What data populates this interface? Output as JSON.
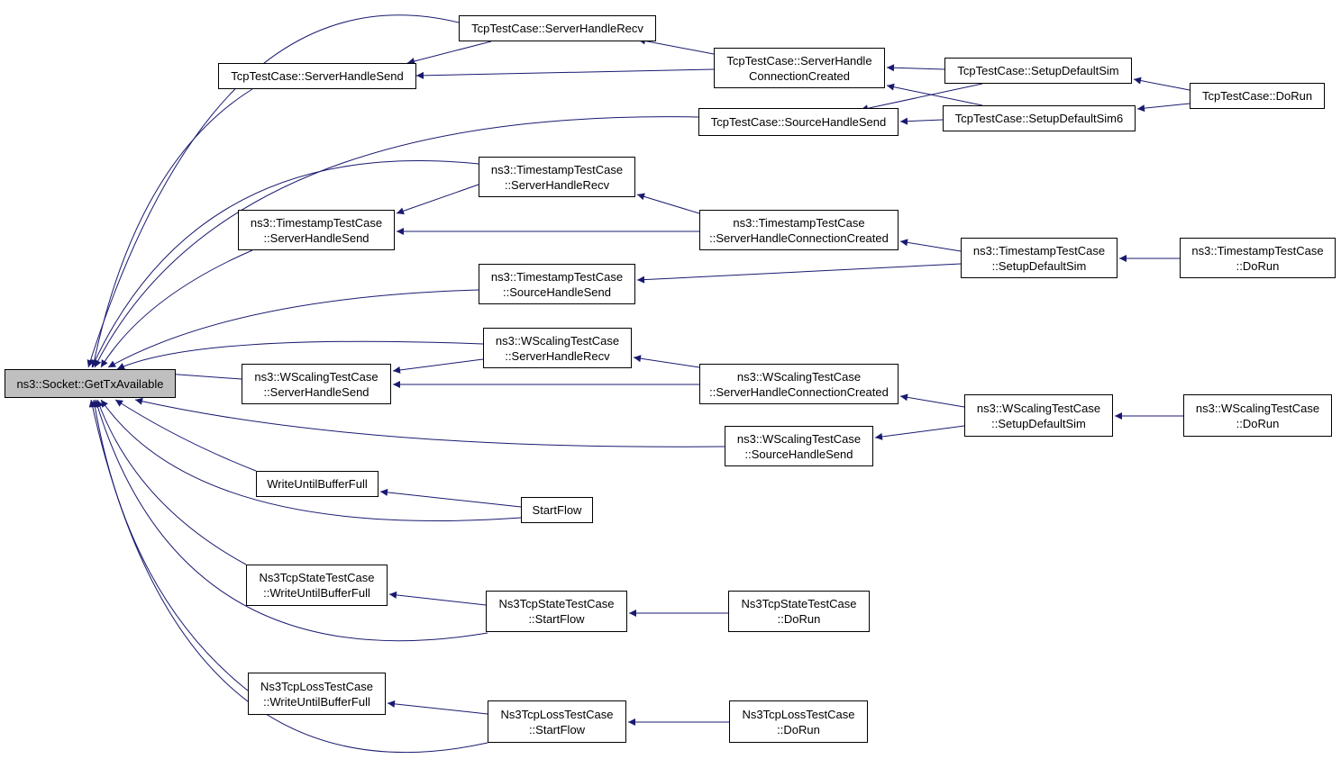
{
  "colors": {
    "edge": "#191970",
    "node_border": "#000000",
    "root_fill": "#bfbfbf",
    "node_fill": "#ffffff"
  },
  "nodes": [
    {
      "id": "root",
      "lines": [
        "ns3::Socket::GetTxAvailable"
      ],
      "root": true
    },
    {
      "id": "tcp_shs",
      "lines": [
        "TcpTestCase::ServerHandleSend"
      ]
    },
    {
      "id": "tcp_shr",
      "lines": [
        "TcpTestCase::ServerHandleRecv"
      ]
    },
    {
      "id": "tcp_shcc",
      "lines": [
        "TcpTestCase::ServerHandle",
        "ConnectionCreated"
      ]
    },
    {
      "id": "tcp_sds",
      "lines": [
        "TcpTestCase::SetupDefaultSim"
      ]
    },
    {
      "id": "tcp_dorun",
      "lines": [
        "TcpTestCase::DoRun"
      ]
    },
    {
      "id": "tcp_srchs",
      "lines": [
        "TcpTestCase::SourceHandleSend"
      ]
    },
    {
      "id": "tcp_sds6",
      "lines": [
        "TcpTestCase::SetupDefaultSim6"
      ]
    },
    {
      "id": "ts_shr",
      "lines": [
        "ns3::TimestampTestCase",
        "::ServerHandleRecv"
      ]
    },
    {
      "id": "ts_shs",
      "lines": [
        "ns3::TimestampTestCase",
        "::ServerHandleSend"
      ]
    },
    {
      "id": "ts_shcc",
      "lines": [
        "ns3::TimestampTestCase",
        "::ServerHandleConnectionCreated"
      ]
    },
    {
      "id": "ts_sds",
      "lines": [
        "ns3::TimestampTestCase",
        "::SetupDefaultSim"
      ]
    },
    {
      "id": "ts_dorun",
      "lines": [
        "ns3::TimestampTestCase",
        "::DoRun"
      ]
    },
    {
      "id": "ts_srchs",
      "lines": [
        "ns3::TimestampTestCase",
        "::SourceHandleSend"
      ]
    },
    {
      "id": "ws_shr",
      "lines": [
        "ns3::WScalingTestCase",
        "::ServerHandleRecv"
      ]
    },
    {
      "id": "ws_shs",
      "lines": [
        "ns3::WScalingTestCase",
        "::ServerHandleSend"
      ]
    },
    {
      "id": "ws_shcc",
      "lines": [
        "ns3::WScalingTestCase",
        "::ServerHandleConnectionCreated"
      ]
    },
    {
      "id": "ws_sds",
      "lines": [
        "ns3::WScalingTestCase",
        "::SetupDefaultSim"
      ]
    },
    {
      "id": "ws_dorun",
      "lines": [
        "ns3::WScalingTestCase",
        "::DoRun"
      ]
    },
    {
      "id": "ws_srchs",
      "lines": [
        "ns3::WScalingTestCase",
        "::SourceHandleSend"
      ]
    },
    {
      "id": "wubf",
      "lines": [
        "WriteUntilBufferFull"
      ]
    },
    {
      "id": "startflow",
      "lines": [
        "StartFlow"
      ]
    },
    {
      "id": "st_wubf",
      "lines": [
        "Ns3TcpStateTestCase",
        "::WriteUntilBufferFull"
      ]
    },
    {
      "id": "st_sf",
      "lines": [
        "Ns3TcpStateTestCase",
        "::StartFlow"
      ]
    },
    {
      "id": "st_dorun",
      "lines": [
        "Ns3TcpStateTestCase",
        "::DoRun"
      ]
    },
    {
      "id": "lo_wubf",
      "lines": [
        "Ns3TcpLossTestCase",
        "::WriteUntilBufferFull"
      ]
    },
    {
      "id": "lo_sf",
      "lines": [
        "Ns3TcpLossTestCase",
        "::StartFlow"
      ]
    },
    {
      "id": "lo_dorun",
      "lines": [
        "Ns3TcpLossTestCase",
        "::DoRun"
      ]
    }
  ],
  "edges": [
    {
      "from": "tcp_shs",
      "to": "root"
    },
    {
      "from": "tcp_shr",
      "to": "root"
    },
    {
      "from": "tcp_shr",
      "to": "tcp_shs"
    },
    {
      "from": "tcp_shcc",
      "to": "tcp_shr"
    },
    {
      "from": "tcp_shcc",
      "to": "tcp_shs"
    },
    {
      "from": "tcp_sds",
      "to": "tcp_shcc"
    },
    {
      "from": "tcp_sds6",
      "to": "tcp_shcc"
    },
    {
      "from": "tcp_sds",
      "to": "tcp_srchs"
    },
    {
      "from": "tcp_sds6",
      "to": "tcp_srchs"
    },
    {
      "from": "tcp_dorun",
      "to": "tcp_sds"
    },
    {
      "from": "tcp_dorun",
      "to": "tcp_sds6"
    },
    {
      "from": "tcp_srchs",
      "to": "root"
    },
    {
      "from": "ts_shr",
      "to": "root"
    },
    {
      "from": "ts_shs",
      "to": "root"
    },
    {
      "from": "ts_shr",
      "to": "ts_shs"
    },
    {
      "from": "ts_shcc",
      "to": "ts_shr"
    },
    {
      "from": "ts_shcc",
      "to": "ts_shs"
    },
    {
      "from": "ts_sds",
      "to": "ts_shcc"
    },
    {
      "from": "ts_sds",
      "to": "ts_srchs"
    },
    {
      "from": "ts_dorun",
      "to": "ts_sds"
    },
    {
      "from": "ts_srchs",
      "to": "root"
    },
    {
      "from": "ws_shr",
      "to": "root"
    },
    {
      "from": "ws_shs",
      "to": "root"
    },
    {
      "from": "ws_shr",
      "to": "ws_shs"
    },
    {
      "from": "ws_shcc",
      "to": "ws_shr"
    },
    {
      "from": "ws_shcc",
      "to": "ws_shs"
    },
    {
      "from": "ws_sds",
      "to": "ws_shcc"
    },
    {
      "from": "ws_sds",
      "to": "ws_srchs"
    },
    {
      "from": "ws_dorun",
      "to": "ws_sds"
    },
    {
      "from": "ws_srchs",
      "to": "root"
    },
    {
      "from": "wubf",
      "to": "root"
    },
    {
      "from": "startflow",
      "to": "root"
    },
    {
      "from": "startflow",
      "to": "wubf"
    },
    {
      "from": "st_wubf",
      "to": "root"
    },
    {
      "from": "st_sf",
      "to": "root"
    },
    {
      "from": "st_sf",
      "to": "st_wubf"
    },
    {
      "from": "st_dorun",
      "to": "st_sf"
    },
    {
      "from": "lo_wubf",
      "to": "root"
    },
    {
      "from": "lo_sf",
      "to": "root"
    },
    {
      "from": "lo_sf",
      "to": "lo_wubf"
    },
    {
      "from": "lo_dorun",
      "to": "lo_sf"
    }
  ]
}
